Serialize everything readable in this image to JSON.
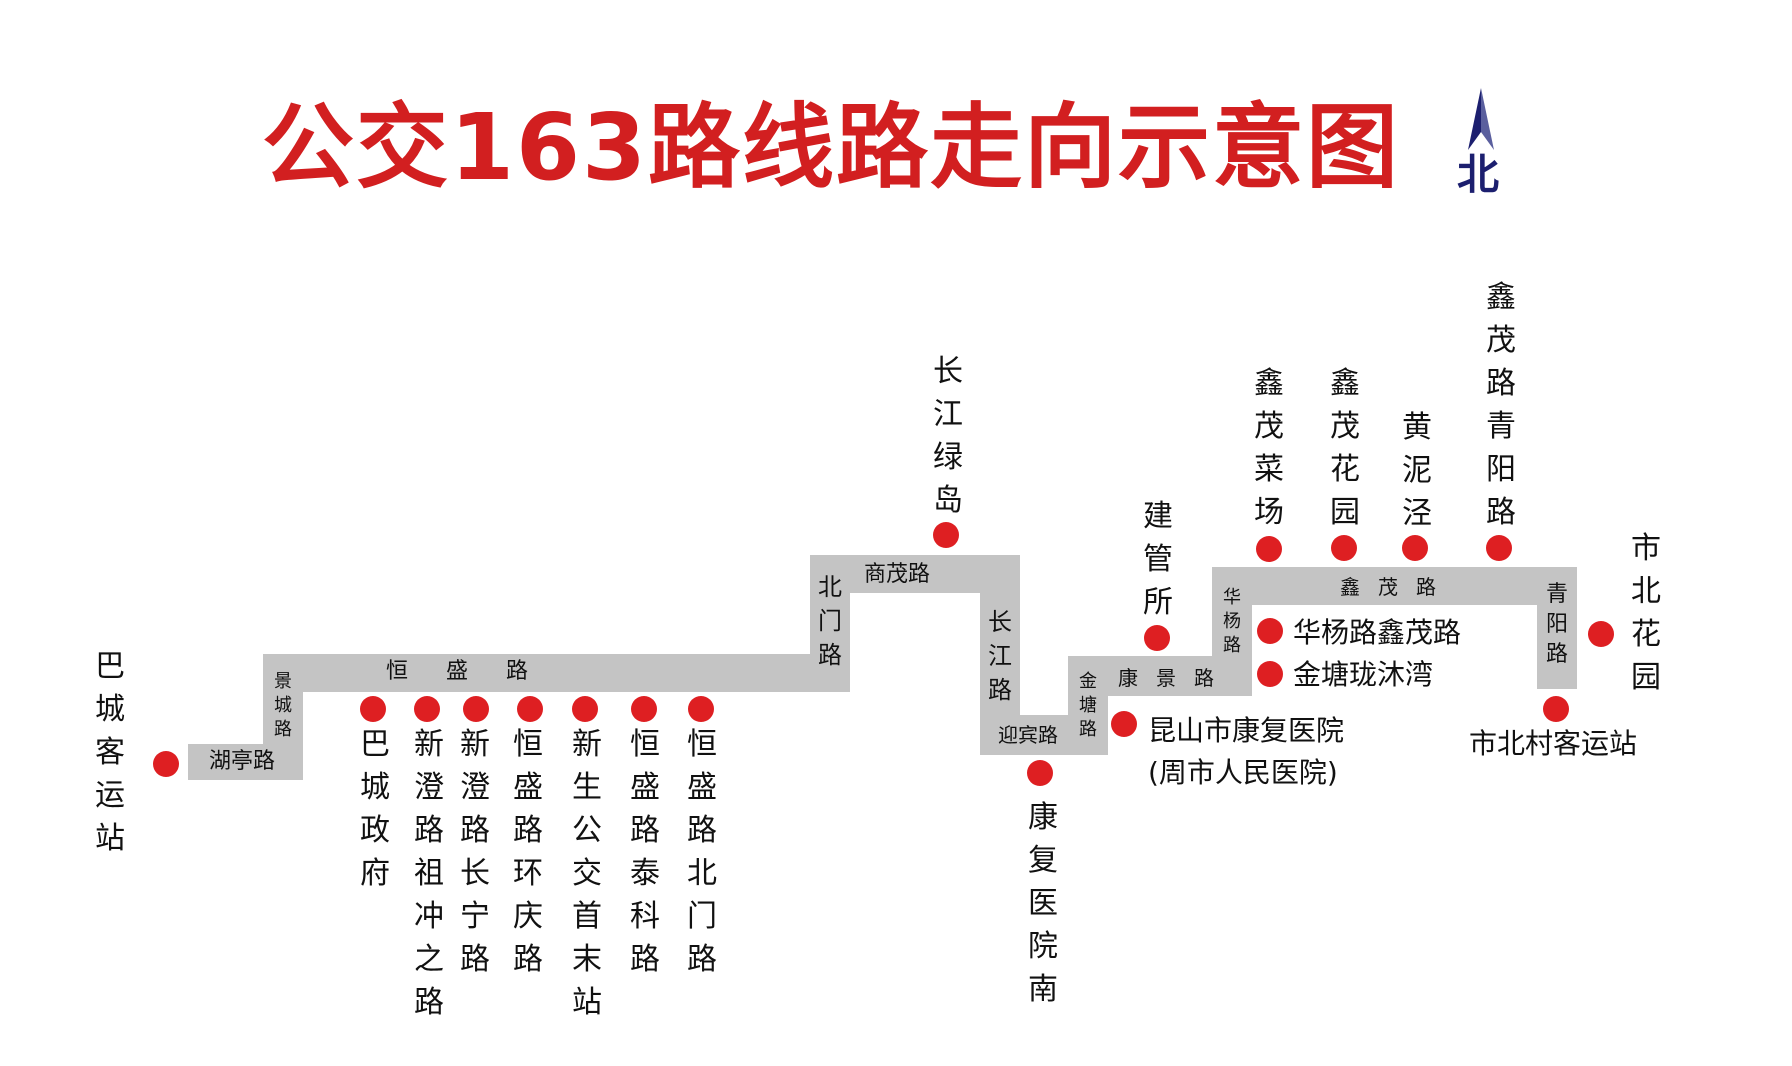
{
  "title": "公交163路线路走向示意图",
  "compass": {
    "label": "北",
    "arrow_icon": "north-arrow-icon",
    "color": "#1c1f6f"
  },
  "colors": {
    "title": "#d21f20",
    "road": "#c4c4c4",
    "stop": "#de1f22",
    "text": "#111111"
  },
  "roads": [
    {
      "id": "hutinglu",
      "label": "湖亭路"
    },
    {
      "id": "jingchenglu",
      "label": "景城路"
    },
    {
      "id": "hengshenglu",
      "label": "恒盛路"
    },
    {
      "id": "beimenlu",
      "label": "北门路"
    },
    {
      "id": "shangmaolu",
      "label": "商茂路"
    },
    {
      "id": "changjianglu",
      "label": "长江路"
    },
    {
      "id": "yingbinlu",
      "label": "迎宾路"
    },
    {
      "id": "jintanglu",
      "label": "金塘路"
    },
    {
      "id": "kangjinglu",
      "label": "康景路"
    },
    {
      "id": "huayanglu",
      "label": "华杨路"
    },
    {
      "id": "xinmaolu",
      "label": "鑫茂路"
    },
    {
      "id": "qingyanglu",
      "label": "青阳路"
    }
  ],
  "stops": [
    {
      "name": "巴城客运站"
    },
    {
      "name": "巴城政府"
    },
    {
      "name": "新澄路祖冲之路"
    },
    {
      "name": "新澄路长宁路"
    },
    {
      "name": "恒盛路环庆路"
    },
    {
      "name": "新生公交首末站"
    },
    {
      "name": "恒盛路泰科路"
    },
    {
      "name": "恒盛路北门路"
    },
    {
      "name": "长江绿岛"
    },
    {
      "name": "康复医院南"
    },
    {
      "name": "昆山市康复医院",
      "note": "(周市人民医院)"
    },
    {
      "name": "建管所"
    },
    {
      "name": "金塘珑沐湾"
    },
    {
      "name": "华杨路鑫茂路"
    },
    {
      "name": "鑫茂菜场"
    },
    {
      "name": "鑫茂花园"
    },
    {
      "name": "黄泥泾"
    },
    {
      "name": "鑫茂路青阳路"
    },
    {
      "name": "市北村客运站"
    },
    {
      "name": "市北花园"
    }
  ]
}
